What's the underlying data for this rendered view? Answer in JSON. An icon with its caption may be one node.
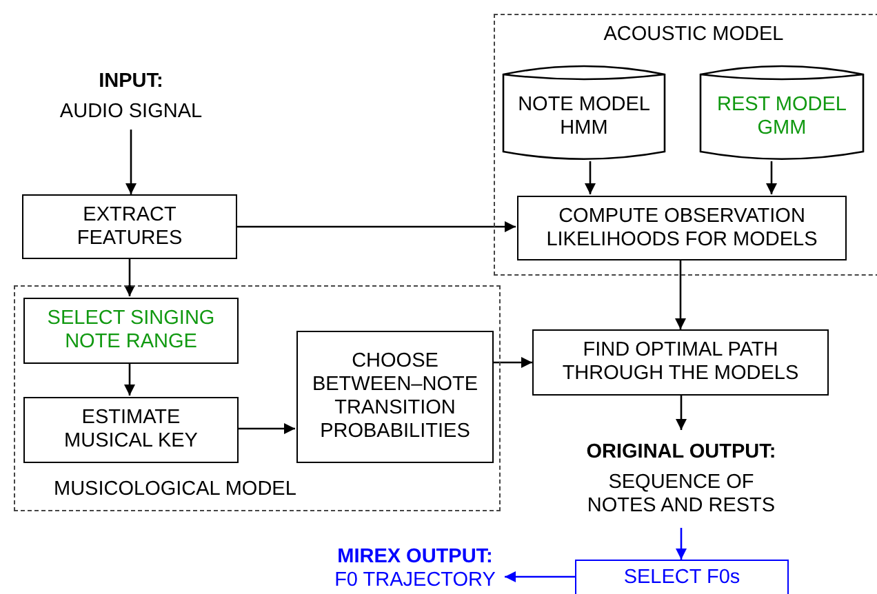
{
  "diagram": {
    "nodes": [
      {
        "text": [
          "ACOUSTIC MODEL"
        ]
      },
      {
        "text": [
          "NOTE MODEL HMM"
        ],
        "in": 0
      },
      {
        "text": [
          "REST MODEL GMM"
        ],
        "in": 0
      },
      {
        "text": [
          "COMPUTE OBSERVATION LIKELIHOODS FOR MODELS"
        ],
        "in": 0
      },
      {
        "text": [
          "INPUT:",
          "AUDIO SIGNAL"
        ]
      },
      {
        "text": [
          "EXTRACT FEATURES"
        ]
      },
      {
        "text": [
          "MUSICOLOGICAL MODEL"
        ]
      },
      {
        "text": [
          "SELECT SINGING NOTE RANGE"
        ],
        "in": 6
      },
      {
        "text": [
          "ESTIMATE MUSICAL KEY"
        ],
        "in": 6
      },
      {
        "text": [
          "CHOOSE BETWEEN–NOTE TRANSITION PROBABILITIES"
        ],
        "in": 6
      },
      {
        "text": [
          "FIND OPTIMAL PATH THROUGH THE MODELS"
        ]
      },
      {
        "text": [
          "ORIGINAL OUTPUT:",
          "SEQUENCE OF NOTES AND RESTS"
        ]
      },
      {
        "text": [
          "SELECT F0s"
        ]
      },
      {
        "text": [
          "MIREX OUTPUT:",
          "F0 TRAJECTORY"
        ]
      }
    ],
    "edges": [
      {
        "from": 4,
        "to": 5,
        "arrow": "to"
      },
      {
        "from": 1,
        "to": 3,
        "arrow": "to"
      },
      {
        "from": 2,
        "to": 3,
        "arrow": "to"
      },
      {
        "from": 5,
        "to": 3,
        "arrow": "to"
      },
      {
        "from": 5,
        "to": 7,
        "arrow": "to"
      },
      {
        "from": 7,
        "to": 8,
        "arrow": "to"
      },
      {
        "from": 8,
        "to": 9,
        "arrow": "to"
      },
      {
        "from": 9,
        "to": 10,
        "arrow": "to"
      },
      {
        "from": 3,
        "to": 10,
        "arrow": "to"
      },
      {
        "from": 10,
        "to": 11,
        "arrow": "to"
      },
      {
        "from": 11,
        "to": 12,
        "arrow": "to",
        "color": "#0000ff"
      },
      {
        "from": 12,
        "to": 13,
        "arrow": "to",
        "color": "#0000ff"
      }
    ]
  }
}
